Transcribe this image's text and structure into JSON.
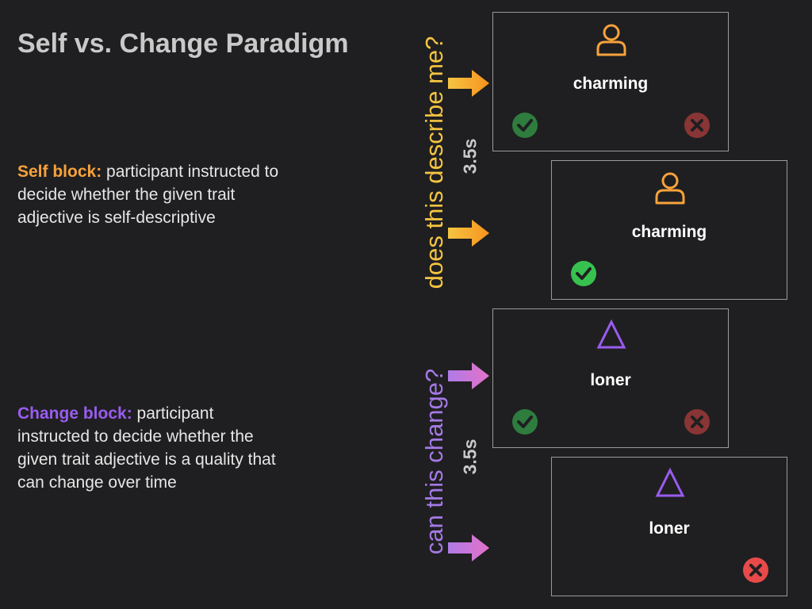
{
  "title": "Self vs. Change Paradigm",
  "self_block": {
    "heading": "Self block:",
    "text": " participant instructed to decide whether the given trait adjective is self-descriptive",
    "question": "does this describe me?",
    "duration": "3.5s",
    "word": "charming",
    "icon": "person-icon"
  },
  "change_block": {
    "heading": "Change block:",
    "text": " participant instructed to decide whether the  given trait adjective is a quality that can change over time",
    "question": "can this change?",
    "duration": "3.5s",
    "word": "loner",
    "icon": "triangle-icon"
  },
  "colors": {
    "self": "#f7a23a",
    "self_question": "#f5c542",
    "change": "#9a5cf0",
    "change_question": "#a57ae6",
    "check_dim": "#2e7d3e",
    "check_active": "#37c24f",
    "cross_dim": "#8a3535",
    "cross_active": "#e84a4a"
  }
}
